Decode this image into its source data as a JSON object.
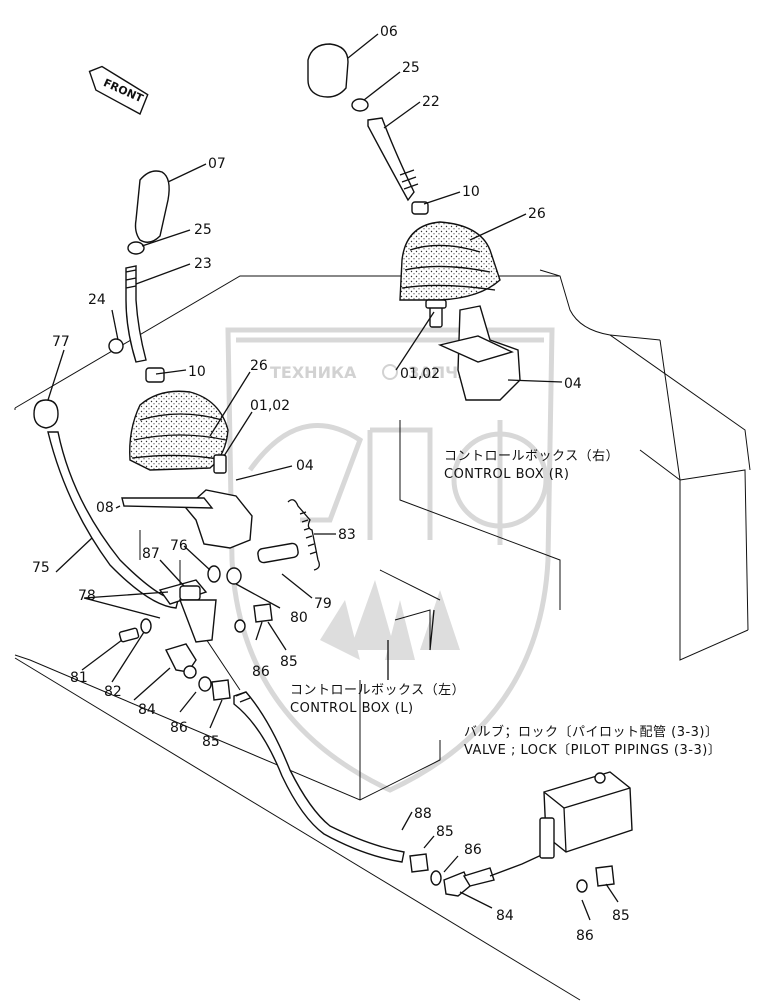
{
  "front_tag": "FRONT",
  "watermark": {
    "left_text": "ТЕХНИКА",
    "right_text": "ЗАПЧАСТИ",
    "monogram": "ЭПФ"
  },
  "control_box_r": {
    "jp": "コントロールボックス（右）",
    "en": "CONTROL BOX (R)"
  },
  "control_box_l": {
    "jp": "コントロールボックス（左）",
    "en": "CONTROL BOX (L)"
  },
  "valve": {
    "jp": "バルブ；ロック〔パイロット配管 (3-3)〕",
    "en": "VALVE ; LOCK〔PILOT PIPINGS (3-3)〕"
  },
  "callouts": {
    "c06": "06",
    "c25a": "25",
    "c22": "22",
    "c10a": "10",
    "c26a": "26",
    "c07": "07",
    "c25b": "25",
    "c23": "23",
    "c24": "24",
    "c77": "77",
    "c10b": "10",
    "c26b": "26",
    "c0102a": "01,02",
    "c04a": "04",
    "c0102b": "01,02",
    "c04b": "04",
    "c08": "08",
    "c83": "83",
    "c76": "76",
    "c87": "87",
    "c75": "75",
    "c78": "78",
    "c79": "79",
    "c80": "80",
    "c81": "81",
    "c82": "82",
    "c84a": "84",
    "c86a": "86",
    "c85a": "85",
    "c86b": "86",
    "c85b": "85",
    "c88": "88",
    "c85c": "85",
    "c86c": "86",
    "c84b": "84",
    "c86d": "86",
    "c85d": "85"
  }
}
